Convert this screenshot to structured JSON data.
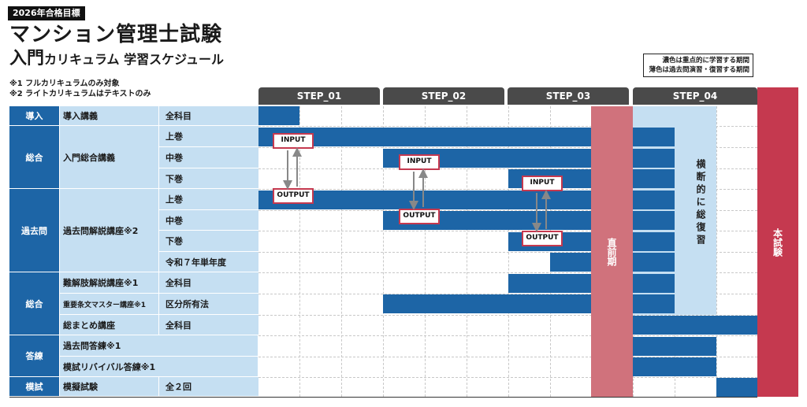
{
  "header": {
    "badge": "2026年合格目標",
    "title": "マンション管理士試験",
    "subtitle_main": "入門",
    "subtitle_rest": "カリキュラム 学習スケジュール",
    "note1": "※1 フルカリキュラムのみ対象",
    "note2": "※2 ライトカリキュラムはテキストのみ",
    "legend_line1": "濃色は重点的に学習する期間",
    "legend_line2": "薄色は過去問演習・復習する期間"
  },
  "steps": [
    "STEP_01",
    "STEP_02",
    "STEP_03",
    "STEP_04"
  ],
  "rows": {
    "cat_intro": "導入",
    "cat_sogo1": "総合",
    "cat_kakomon": "過去問",
    "cat_sogo2": "総合",
    "cat_toren": "答練",
    "cat_moshi": "模試",
    "intro_name": "導入講義",
    "intro_part": "全科目",
    "nyumon_name": "入門総合講義",
    "nyumon_p1": "上巻",
    "nyumon_p2": "中巻",
    "nyumon_p3": "下巻",
    "kako_name": "過去問解説講座※2",
    "kako_p1": "上巻",
    "kako_p2": "中巻",
    "kako_p3": "下巻",
    "kako_p4": "令和７年単年度",
    "nankai_name": "難解肢解説講座※1",
    "nankai_part": "全科目",
    "jubun_name": "重要条文マスター講座※1",
    "jubun_part": "区分所有法",
    "matome_name": "総まとめ講座",
    "matome_part": "全科目",
    "kakotoren_name": "過去問答練※1",
    "revival_name": "模試リバイバル答練※1",
    "moshi_name": "模擬試験",
    "moshi_part": "全２回"
  },
  "overlays": {
    "chokuzen": "直前期",
    "honshiken": "本試験",
    "oudan": "横断的に総復習",
    "input": "INPUT",
    "output": "OUTPUT"
  }
}
